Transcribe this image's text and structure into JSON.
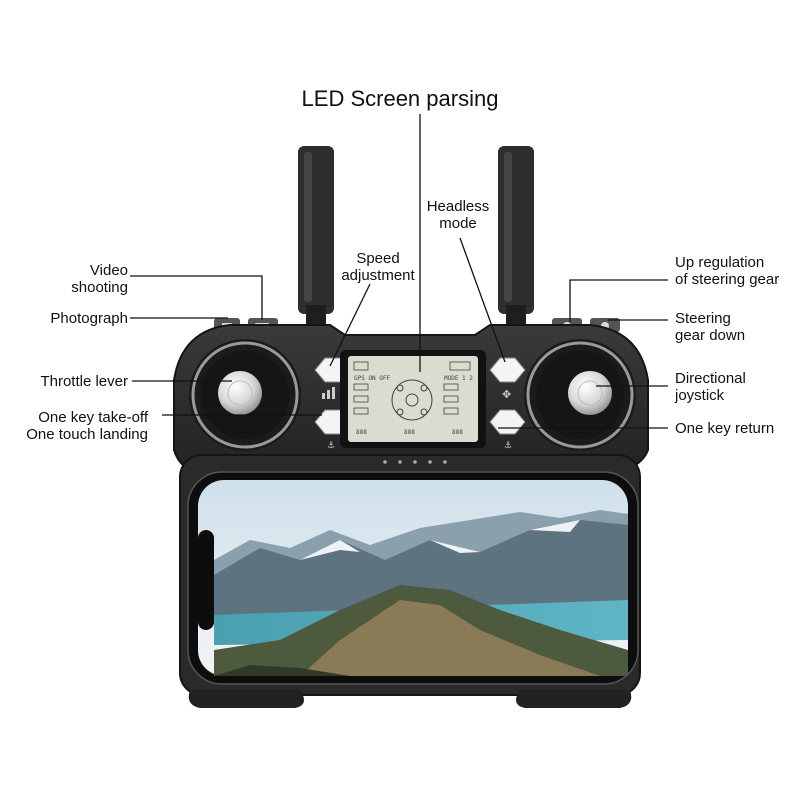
{
  "title": "LED Screen parsing",
  "labels": {
    "video": [
      "Video",
      "shooting"
    ],
    "photo": "Photograph",
    "throttle": "Throttle lever",
    "takeoff": [
      "One key take-off",
      "One touch landing"
    ],
    "speed": [
      "Speed",
      "adjustment"
    ],
    "headless": [
      "Headless",
      "mode"
    ],
    "up_reg": [
      "Up regulation",
      "of steering gear"
    ],
    "gear_down": [
      "Steering",
      "gear down"
    ],
    "directional": [
      "Directional",
      "joystick"
    ],
    "return": "One key return"
  },
  "lcd": {
    "mode_text": "MODE 1 2",
    "gps_text": "GPS ON OFF",
    "digits_1": "888",
    "digits_2": "888",
    "digits_3": "888"
  },
  "colors": {
    "body": "#2b2b2b",
    "body_edge": "#1a1a1a",
    "lcd": "#d9dccf",
    "leader": "#111111"
  }
}
